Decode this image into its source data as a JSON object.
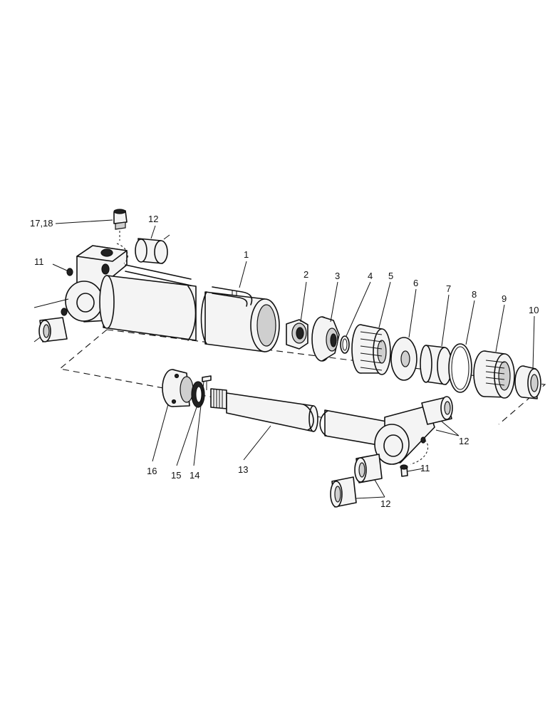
{
  "callouts": {
    "c1": "1",
    "c2": "2",
    "c3": "3",
    "c4": "4",
    "c5": "5",
    "c6": "6",
    "c7": "7",
    "c8": "8",
    "c9": "9",
    "c10": "10",
    "c11_top": "11",
    "c11_bottom": "11",
    "c12_top": "12",
    "c12_right": "12",
    "c12_bottom": "12",
    "c13": "13",
    "c14": "14",
    "c15": "15",
    "c16": "16",
    "c17_18": "17,18"
  }
}
